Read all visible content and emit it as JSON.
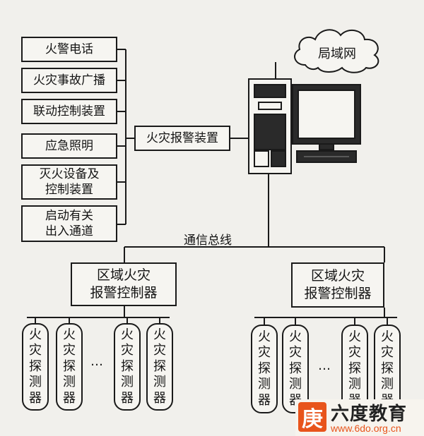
{
  "left_boxes": [
    "火警电话",
    "火灾事故广播",
    "联动控制装置",
    "应急照明",
    "灭火设备及\n控制装置",
    "启动有关\n出入通道"
  ],
  "alarm_device": "火灾报警装置",
  "lan": "局域网",
  "bus": "通信总线",
  "zone_controller": "区域火灾\n报警控制器",
  "detector": "火\n灾\n探\n测\n器",
  "ellipsis": "…",
  "logo": {
    "mark": "庚",
    "name": "六度教育",
    "url": "www.6do.org.cn"
  }
}
